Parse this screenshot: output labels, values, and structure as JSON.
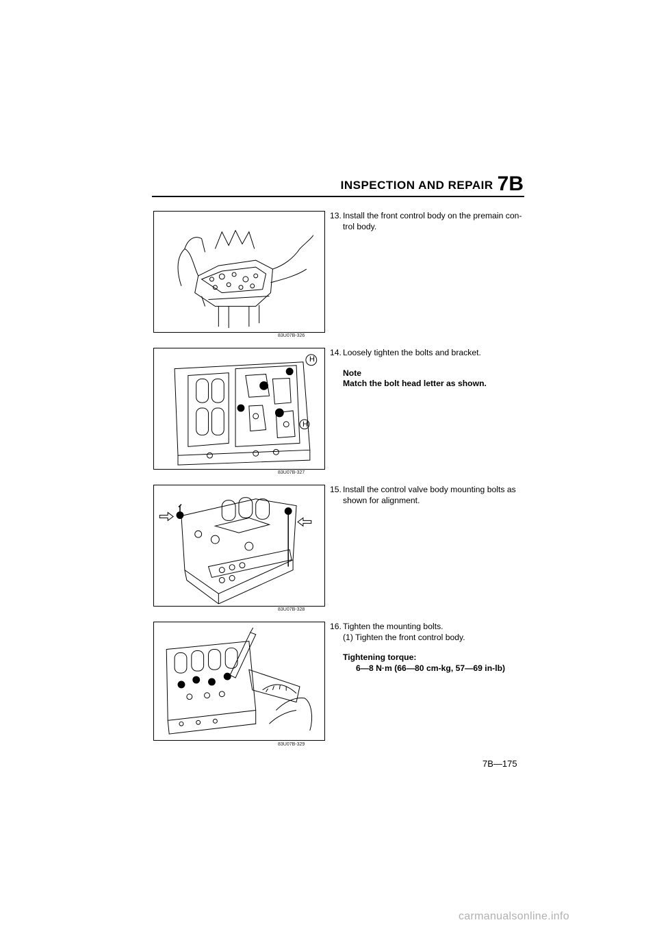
{
  "header": {
    "title": "INSPECTION AND REPAIR",
    "section": "7B"
  },
  "steps": [
    {
      "number": "13.",
      "text": "Install the front control body on the premain con-trol body.",
      "figure_code": "83U07B-326"
    },
    {
      "number": "14.",
      "text": "Loosely tighten the bolts and bracket.",
      "note_label": "Note",
      "note_text": "Match the bolt head letter as shown.",
      "figure_code": "83U07B-327"
    },
    {
      "number": "15.",
      "text": "Install the control valve body mounting bolts as shown for alignment.",
      "figure_code": "83U07B-328"
    },
    {
      "number": "16.",
      "text": "Tighten the mounting bolts.",
      "substep": "(1) Tighten the front control body.",
      "torque_label": "Tightening torque:",
      "torque_value": "6—8 N·m (66—80 cm-kg, 57—69 in-lb)",
      "figure_code": "83U07B-329"
    }
  ],
  "figure_labels": {
    "bolt_letter": "H"
  },
  "page_number": "7B—175",
  "watermark": "carmanualsonline.info"
}
